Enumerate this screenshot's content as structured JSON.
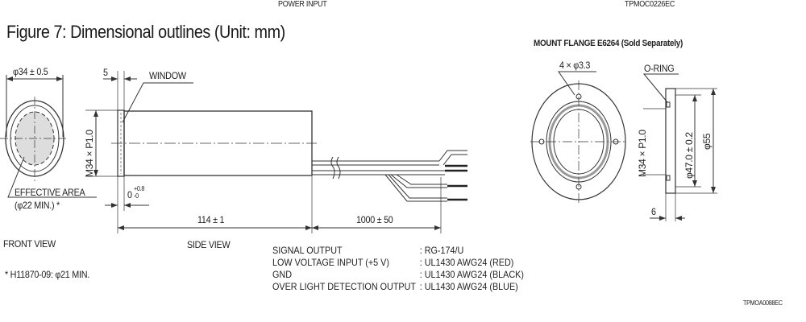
{
  "header": {
    "power_input_cut": "POWER INPUT",
    "ref_top": "TPMOC0226EC"
  },
  "title": "Figure 7: Dimensional outlines (Unit: mm)",
  "front_view": {
    "diameter": "φ34 ± 0.5",
    "effective_area": "EFFECTIVE AREA",
    "effective_area_dim": "(φ22 MIN.) *",
    "label": "FRONT VIEW",
    "footnote": "* H11870-09: φ21 MIN."
  },
  "side_view": {
    "window_width": "5",
    "window": "WINDOW",
    "thread": "M34 × P1.0",
    "tolerance_base": "0",
    "tolerance_plus": "+0.8",
    "tolerance_minus": "-0",
    "body_length": "114 ± 1",
    "cable_length": "1000 ± 50",
    "label": "SIDE VIEW"
  },
  "flange": {
    "title": "MOUNT FLANGE E6264 (Sold Separately)",
    "holes": "4 × φ3.3",
    "oring": "O-RING",
    "thread": "M34 × P1.0",
    "inner_dia": "φ47.0 ± 0.2",
    "outer_dia": "φ55",
    "thickness": "6"
  },
  "wiring": [
    {
      "name": "SIGNAL OUTPUT",
      "value": ": RG-174/U"
    },
    {
      "name": "LOW VOLTAGE INPUT (+5 V)",
      "value": ": UL1430 AWG24 (RED)"
    },
    {
      "name": "GND",
      "value": ": UL1430 AWG24 (BLACK)"
    },
    {
      "name": "OVER LIGHT DETECTION OUTPUT",
      "value": ": UL1430 AWG24 (BLUE)"
    }
  ],
  "ref_bottom": "TPMOA0088EC"
}
